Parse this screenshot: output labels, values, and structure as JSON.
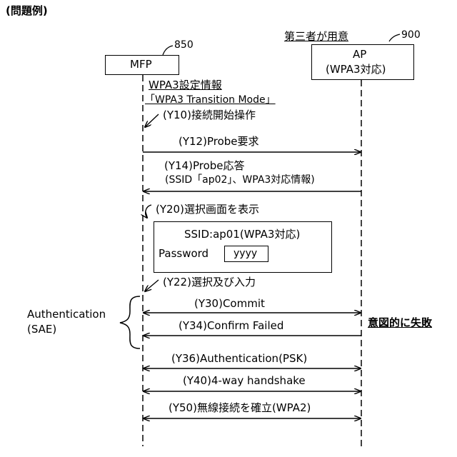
{
  "header": {
    "caption": "(問題例)"
  },
  "third_party_label": "第三者が用意",
  "mfp": {
    "label": "MFP",
    "ref": "850"
  },
  "ap": {
    "line1": "AP",
    "line2": "(WPA3対応)",
    "ref": "900"
  },
  "settings": {
    "title": "WPA3設定情報",
    "mode": "「WPA3 Transition Mode」"
  },
  "steps": {
    "y10": "(Y10)接続開始操作",
    "y12": "(Y12)Probe要求",
    "y14_line1": "(Y14)Probe応答",
    "y14_line2": "(SSID「ap02」、WPA3対応情報)",
    "y20": "(Y20)選択画面を表示",
    "y22": "(Y22)選択及び入力",
    "y30": "(Y30)Commit",
    "y34": "(Y34)Confirm Failed",
    "y36": "(Y36)Authentication(PSK)",
    "y40": "(Y40)4-way handshake",
    "y50": "(Y50)無線接続を確立(WPA2)"
  },
  "dialog": {
    "ssid": "SSID:ap01(WPA3対応)",
    "password_label": "Password",
    "password_value": "yyyy"
  },
  "auth_group": {
    "line1": "Authentication",
    "line2": "(SAE)"
  },
  "failure_note": "意図的に失敗"
}
